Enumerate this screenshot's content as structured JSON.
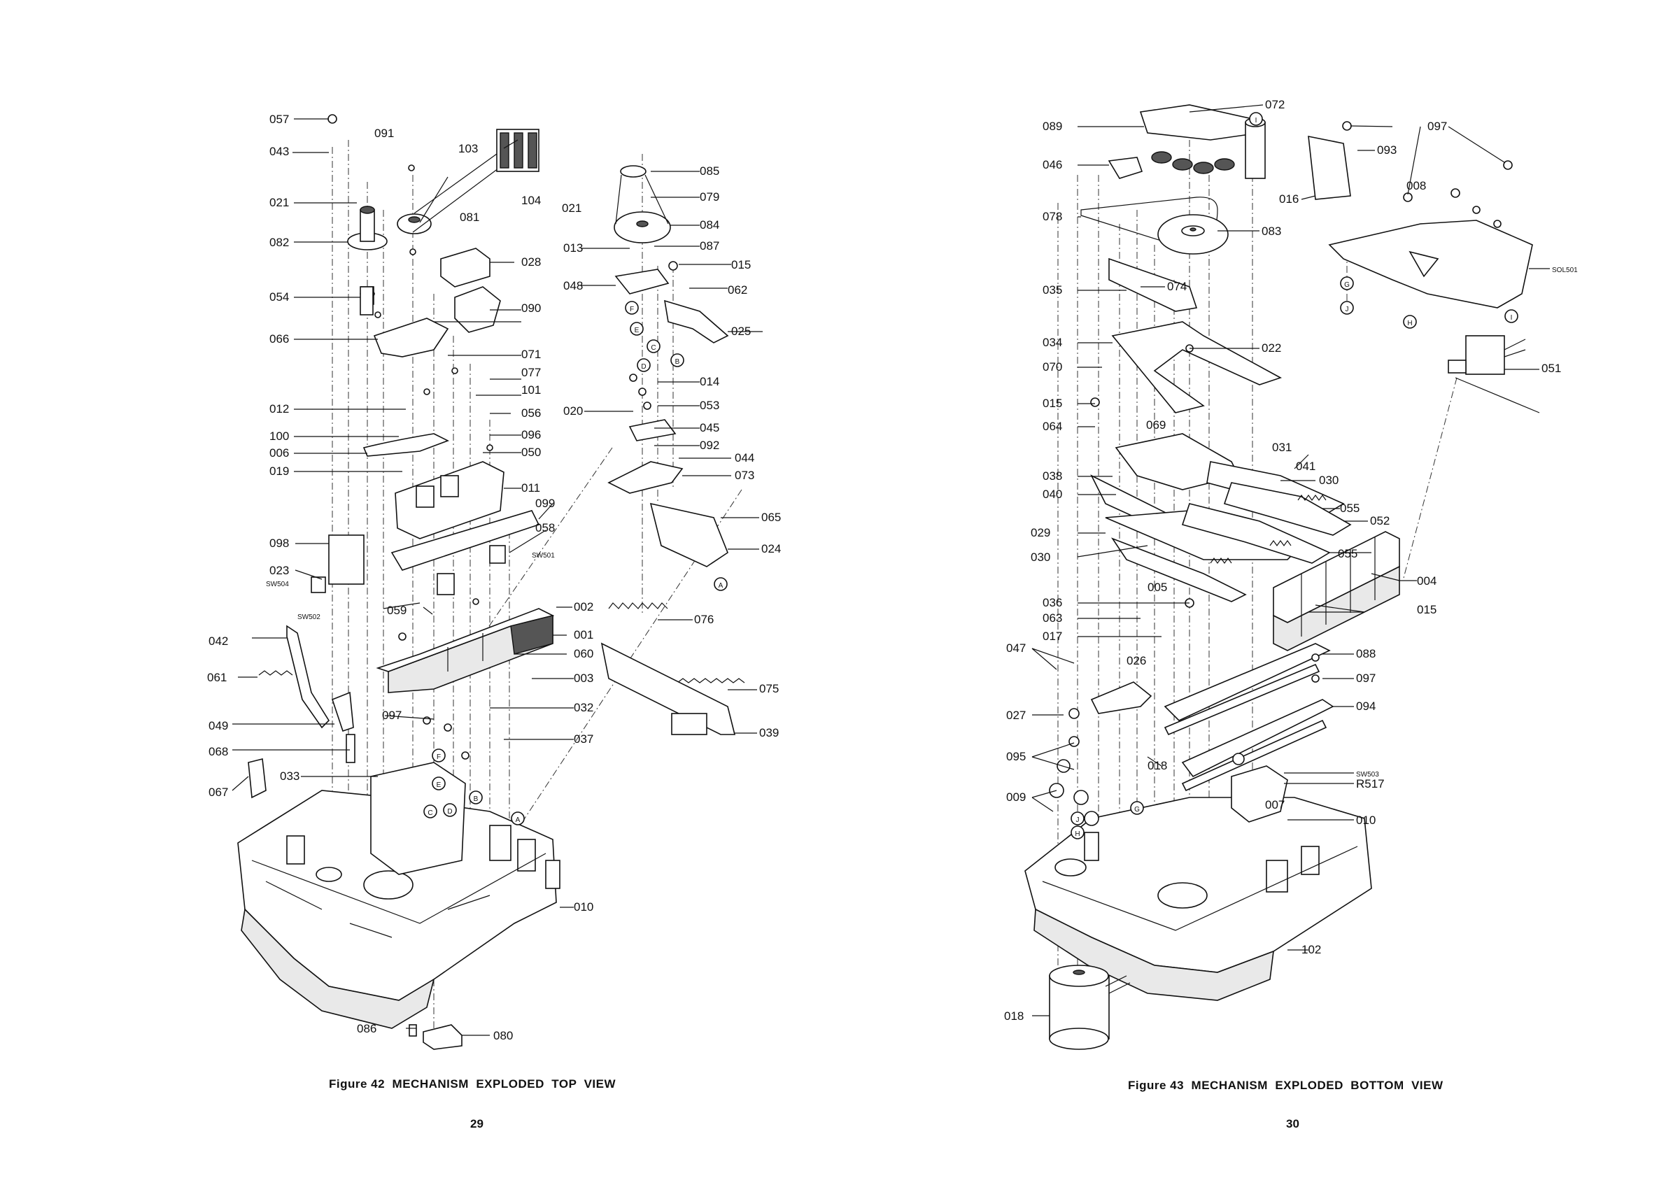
{
  "left_page": {
    "figure_number": "Figure 42",
    "figure_title": "MECHANISM  EXPLODED  TOP  VIEW",
    "page_number": "29",
    "callouts": [
      "057",
      "091",
      "043",
      "103",
      "021",
      "104",
      "081",
      "082",
      "028",
      "054",
      "090",
      "066",
      "071",
      "077",
      "101",
      "012",
      "056",
      "100",
      "096",
      "006",
      "050",
      "019",
      "011",
      "099",
      "098",
      "058",
      "023",
      "SW501",
      "SW504",
      "SW502",
      "059",
      "002",
      "042",
      "001",
      "060",
      "061",
      "003",
      "097",
      "032",
      "049",
      "037",
      "068",
      "033",
      "067",
      "010",
      "086",
      "080",
      "085",
      "021",
      "079",
      "084",
      "013",
      "087",
      "048",
      "015",
      "062",
      "025",
      "014",
      "020",
      "053",
      "045",
      "092",
      "044",
      "073",
      "065",
      "024",
      "076",
      "075",
      "039"
    ],
    "letters": [
      "F",
      "E",
      "C",
      "D",
      "B",
      "A"
    ]
  },
  "right_page": {
    "figure_number": "Figure 43",
    "figure_title": "MECHANISM  EXPLODED  BOTTOM  VIEW",
    "page_number": "30",
    "callouts": [
      "072",
      "089",
      "046",
      "078",
      "083",
      "035",
      "074",
      "034",
      "070",
      "022",
      "015",
      "064",
      "069",
      "038",
      "040",
      "031",
      "041",
      "030",
      "055",
      "029",
      "052",
      "030",
      "055",
      "005",
      "004",
      "015",
      "036",
      "063",
      "017",
      "047",
      "026",
      "088",
      "097",
      "027",
      "094",
      "095",
      "018",
      "SW503",
      "009",
      "R517",
      "007",
      "010",
      "102",
      "018",
      "097",
      "093",
      "016",
      "008",
      "SOL501",
      "051"
    ],
    "letters": [
      "I",
      "G",
      "J",
      "H"
    ]
  }
}
